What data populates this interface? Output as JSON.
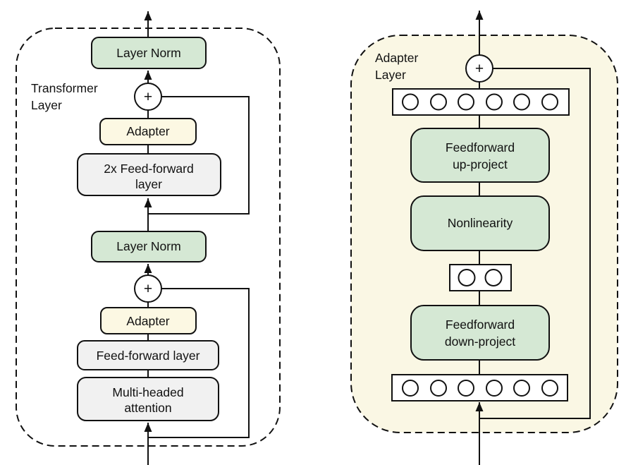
{
  "colors": {
    "green": "#d5e8d4",
    "cream_box": "#fcf8e3",
    "panel_cream": "#faf7e4",
    "gray": "#f1f1f1",
    "node_white": "#ffffff"
  },
  "left": {
    "frame_label": {
      "line1": "Transformer",
      "line2": "Layer"
    },
    "nodes": {
      "layer_norm_top": "Layer Norm",
      "plus_top": "+",
      "adapter_top": "Adapter",
      "feedforward_2x": {
        "line1": "2x Feed-forward",
        "line2": "layer"
      },
      "layer_norm_bottom": "Layer Norm",
      "plus_bottom": "+",
      "adapter_bottom": "Adapter",
      "feedforward": "Feed-forward layer",
      "multi_head": {
        "line1": "Multi-headed",
        "line2": "attention"
      }
    }
  },
  "right": {
    "frame_label": {
      "line1": "Adapter",
      "line2": "Layer"
    },
    "nodes": {
      "plus": "+",
      "up_project": {
        "line1": "Feedforward",
        "line2": "up-project"
      },
      "nonlinearity": "Nonlinearity",
      "down_project": {
        "line1": "Feedforward",
        "line2": "down-project"
      }
    }
  }
}
